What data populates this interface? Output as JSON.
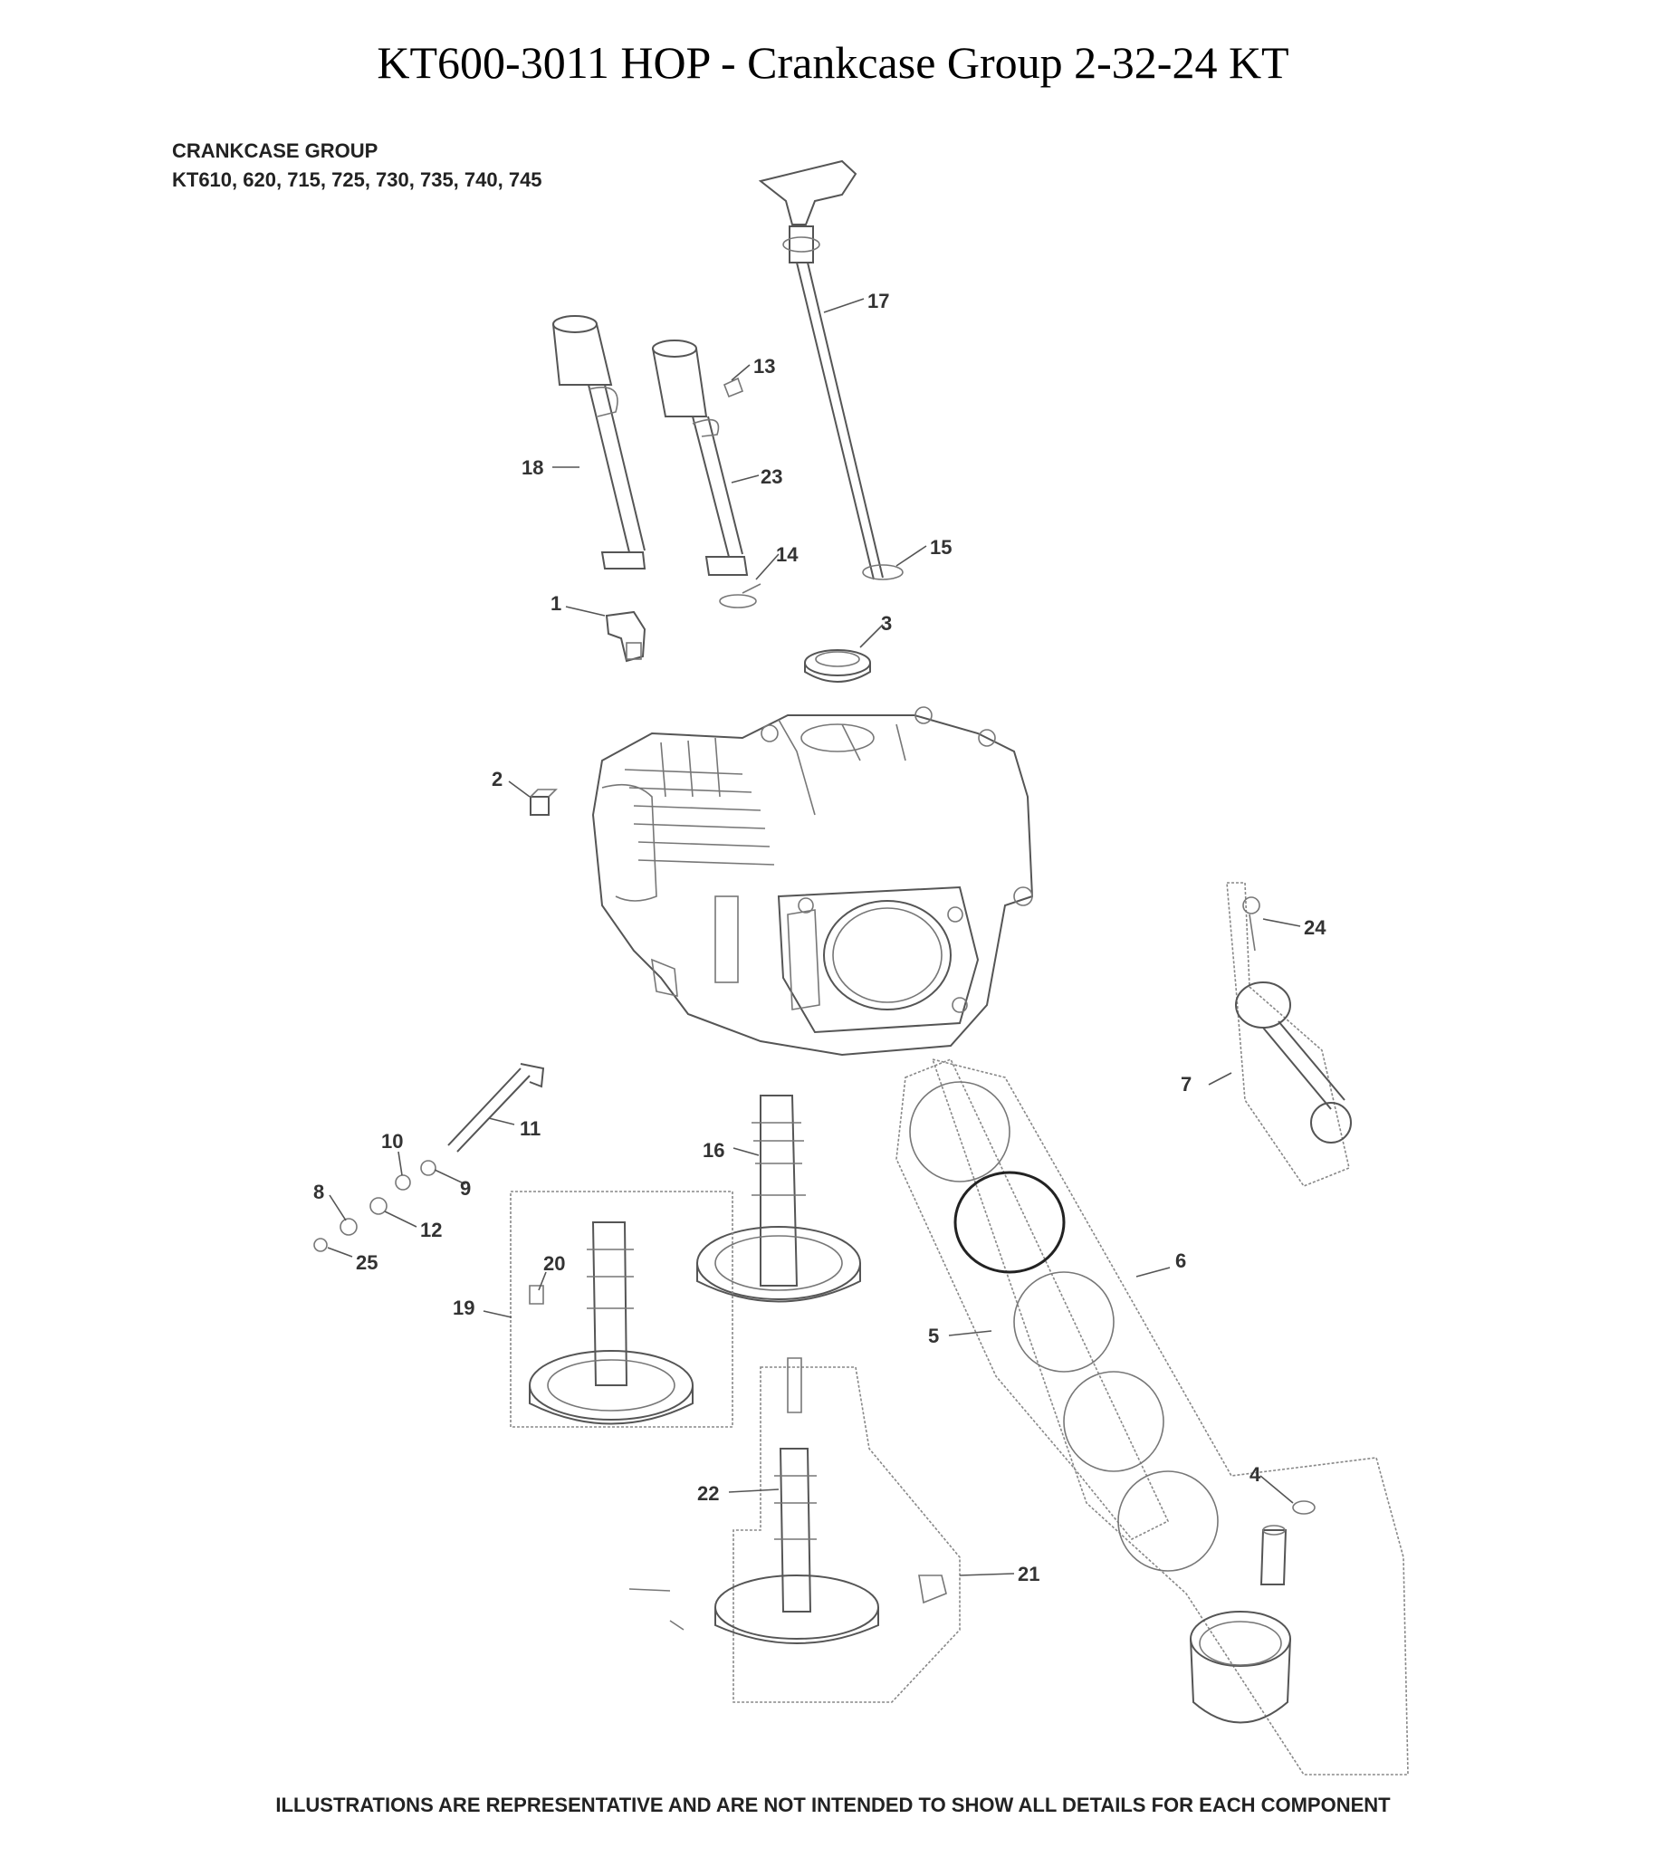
{
  "page": {
    "title": "KT600-3011 HOP - Crankcase Group 2-32-24 KT"
  },
  "diagram": {
    "group_title": "CRANKCASE GROUP",
    "group_models": "KT610, 620, 715, 725, 730, 735, 740, 745",
    "footer_note": "ILLUSTRATIONS ARE REPRESENTATIVE AND ARE NOT INTENDED TO SHOW ALL DETAILS FOR EACH COMPONENT",
    "callouts": [
      {
        "id": "c1",
        "label": "1"
      },
      {
        "id": "c2",
        "label": "2"
      },
      {
        "id": "c3",
        "label": "3"
      },
      {
        "id": "c4",
        "label": "4"
      },
      {
        "id": "c5",
        "label": "5"
      },
      {
        "id": "c6",
        "label": "6"
      },
      {
        "id": "c7",
        "label": "7"
      },
      {
        "id": "c8",
        "label": "8"
      },
      {
        "id": "c9",
        "label": "9"
      },
      {
        "id": "c10",
        "label": "10"
      },
      {
        "id": "c11",
        "label": "11"
      },
      {
        "id": "c12",
        "label": "12"
      },
      {
        "id": "c13",
        "label": "13"
      },
      {
        "id": "c14",
        "label": "14"
      },
      {
        "id": "c15",
        "label": "15"
      },
      {
        "id": "c16",
        "label": "16"
      },
      {
        "id": "c17",
        "label": "17"
      },
      {
        "id": "c18",
        "label": "18"
      },
      {
        "id": "c19",
        "label": "19"
      },
      {
        "id": "c20",
        "label": "20"
      },
      {
        "id": "c21",
        "label": "21"
      },
      {
        "id": "c22",
        "label": "22"
      },
      {
        "id": "c23",
        "label": "23"
      },
      {
        "id": "c24",
        "label": "24"
      },
      {
        "id": "c25",
        "label": "25"
      }
    ]
  }
}
